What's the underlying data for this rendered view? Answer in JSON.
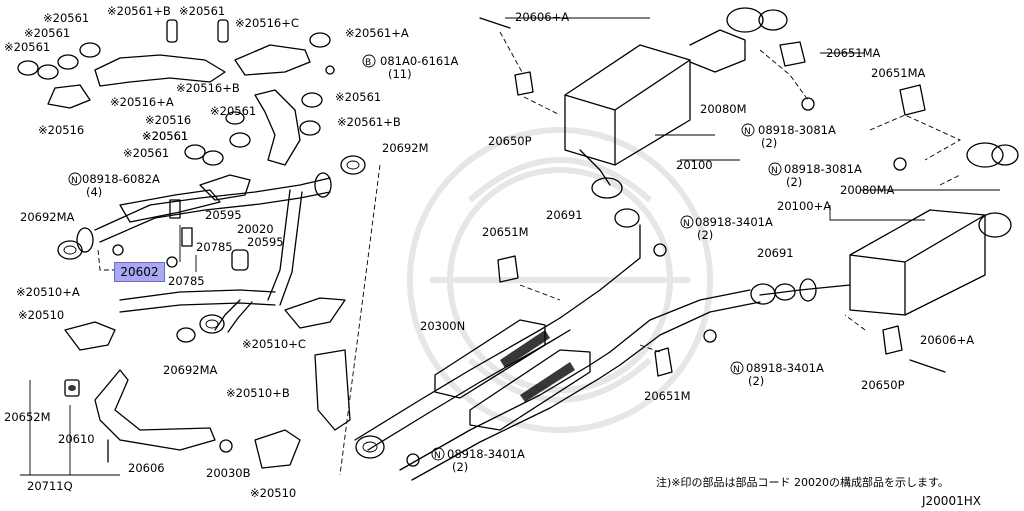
{
  "labels": [
    "※20561+B",
    "※20561",
    "※20561",
    "※20561",
    "※20561",
    "※20516+C",
    "※20561+A",
    "※20516",
    "※20516+A",
    "081A0-6161A",
    "(11)",
    "※20516+B",
    "※20561",
    "※20561",
    "※20561",
    "※20561+B",
    "※20516",
    "※20561",
    "※20561",
    "08918-6082A",
    "(4)",
    "20692MA",
    "20595",
    "20020",
    "20785",
    "20595",
    "20785",
    "20692M",
    "※20510+A",
    "※20510",
    "20692MA",
    "※20510+C",
    "※20510+B",
    "20652M",
    "20610",
    "20606",
    "20030B",
    "※20510",
    "20711Q",
    "20606+A",
    "20650P",
    "20100",
    "20080M",
    "20651MA",
    "20651MA",
    "08918-3081A",
    "(2)",
    "08918-3081A",
    "(2)",
    "20080MA",
    "20100+A",
    "20691",
    "08918-3401A",
    "(2)",
    "20651M",
    "20691",
    "20300N",
    "08918-3401A",
    "(2)",
    "20606+A",
    "20650P",
    "20651M",
    "08918-3401A",
    "(2)"
  ],
  "highlight": {
    "label": "20602",
    "color": "#a9a8f2"
  },
  "note": "注)※印の部品は部品コード 20020の構成部品を示します。",
  "drawing_code": "J20001HX"
}
